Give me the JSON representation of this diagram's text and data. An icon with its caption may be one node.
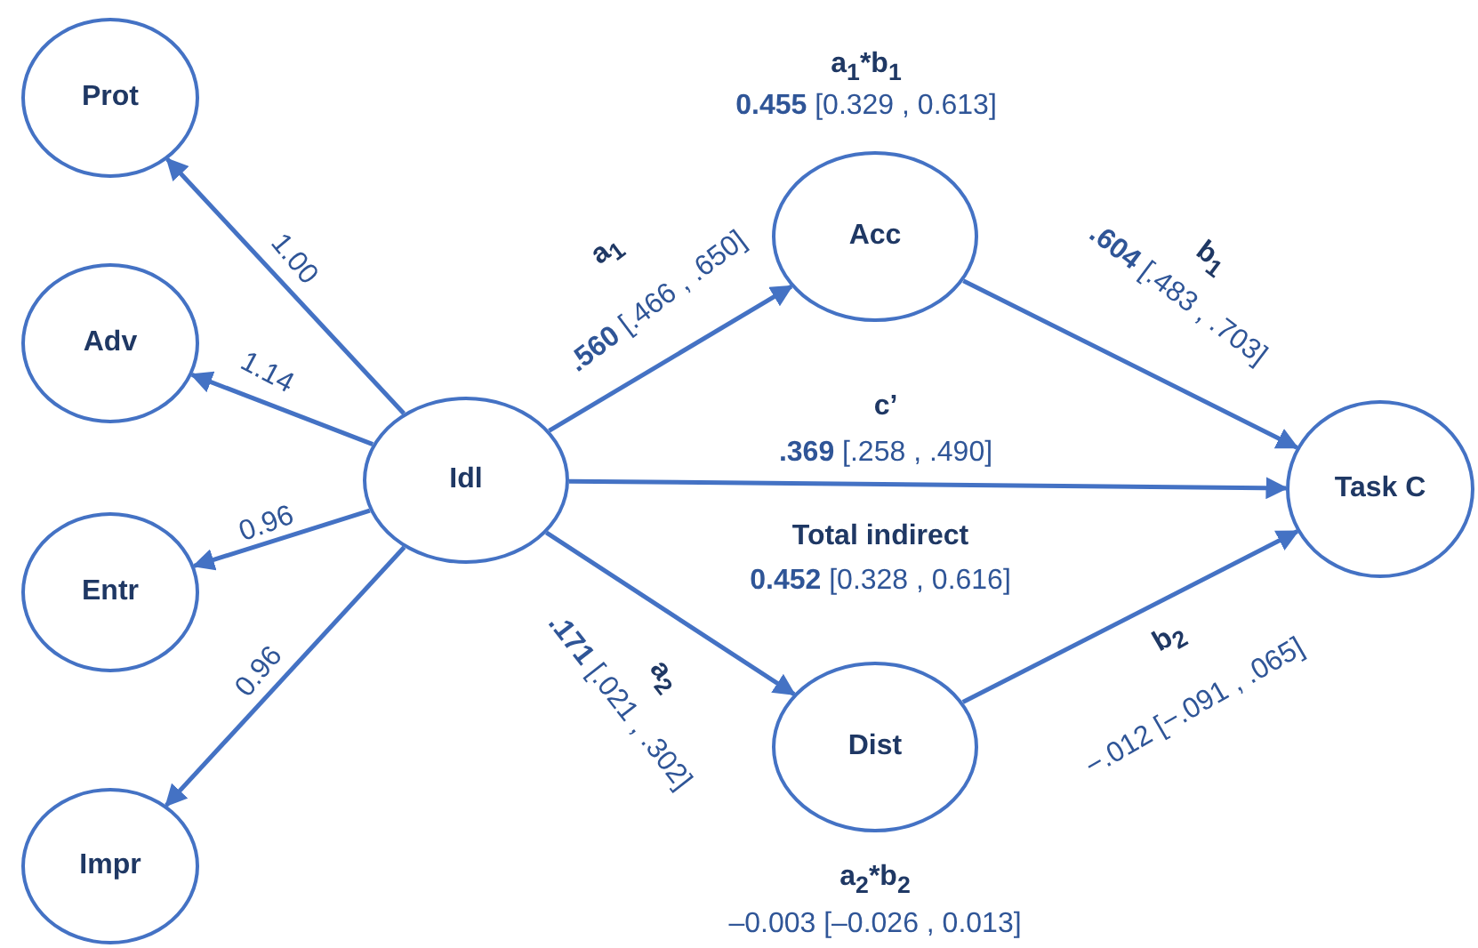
{
  "diagram": {
    "nodes": [
      {
        "text": [
          "Prot"
        ]
      },
      {
        "text": [
          "Adv"
        ]
      },
      {
        "text": [
          "Entr"
        ]
      },
      {
        "text": [
          "Impr"
        ]
      },
      {
        "text": [
          "Idl"
        ]
      },
      {
        "text": [
          "Acc"
        ]
      },
      {
        "text": [
          "Dist"
        ]
      },
      {
        "text": [
          "Task C"
        ]
      }
    ],
    "edges": [
      {
        "from": 4,
        "to": 0,
        "arrow": "to",
        "label": "1.00"
      },
      {
        "from": 4,
        "to": 1,
        "arrow": "to",
        "label": "1.14"
      },
      {
        "from": 4,
        "to": 2,
        "arrow": "to",
        "label": "0.96"
      },
      {
        "from": 4,
        "to": 3,
        "arrow": "to",
        "label": "0.96"
      },
      {
        "from": 4,
        "to": 5,
        "arrow": "to",
        "label": "**.560** [.466 , .650]"
      },
      {
        "from": 5,
        "to": 7,
        "arrow": "to",
        "label": "**.604** [.483 , .703]"
      },
      {
        "from": 4,
        "to": 7,
        "arrow": "to",
        "label": "**.369** [.258 , .490]"
      },
      {
        "from": 4,
        "to": 6,
        "arrow": "to",
        "label": "**.171** [.021 , .302]"
      },
      {
        "from": 6,
        "to": 7,
        "arrow": "to",
        "label": "−.012 [−.091 , .065]"
      }
    ],
    "labels": [
      "a$_{1}$*b$_{1}$",
      "**0.455** [0.329 , 0.613]",
      "a$_{1}$",
      "b$_{1}$",
      "c’",
      "Total indirect",
      "**0.452** [0.328 , 0.616]",
      "a$_{2}$",
      "b$_{2}$",
      "a$_{2}$*b$_{2}$",
      "–0.003 [–0.026 , 0.013]"
    ]
  }
}
